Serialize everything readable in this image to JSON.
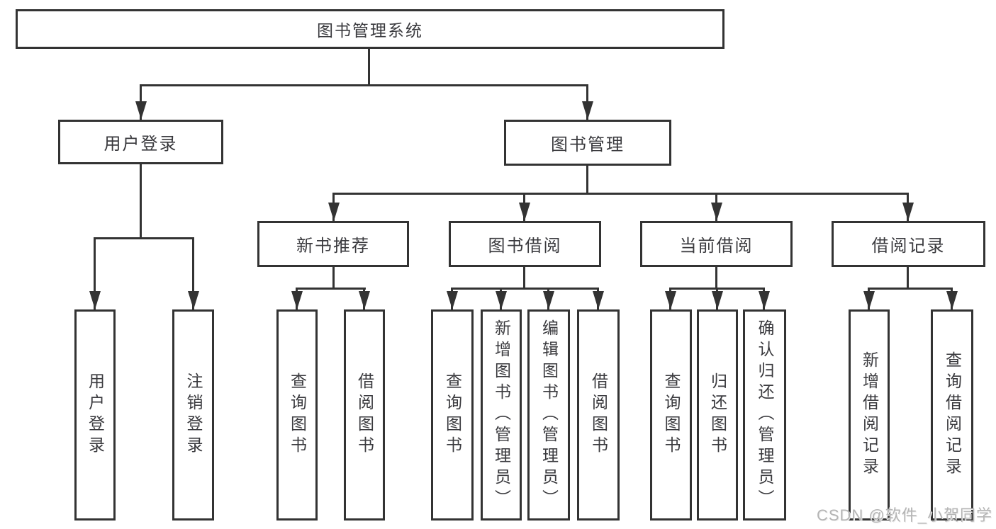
{
  "colors": {
    "line": "#333333",
    "text": "#3a3a3e",
    "background": "#ffffff",
    "watermark": "#b5b5b5"
  },
  "watermark": {
    "text": "CSDN @软件_小贺同学"
  },
  "diagram": {
    "root": {
      "label": "图书管理系统"
    },
    "branches": [
      {
        "label": "用户登录",
        "leaves": [
          "用户登录",
          "注销登录"
        ]
      },
      {
        "label": "图书管理",
        "children": [
          {
            "label": "新书推荐",
            "leaves": [
              "查询图书",
              "借阅图书"
            ]
          },
          {
            "label": "图书借阅",
            "leaves": [
              "查询图书",
              "新增图书（管理员）",
              "编辑图书（管理员）",
              "借阅图书"
            ]
          },
          {
            "label": "当前借阅",
            "leaves": [
              "查询图书",
              "归还图书",
              "确认归还（管理员）"
            ]
          },
          {
            "label": "借阅记录",
            "leaves": [
              "新增借阅记录",
              "查询借阅记录"
            ]
          }
        ]
      }
    ]
  }
}
